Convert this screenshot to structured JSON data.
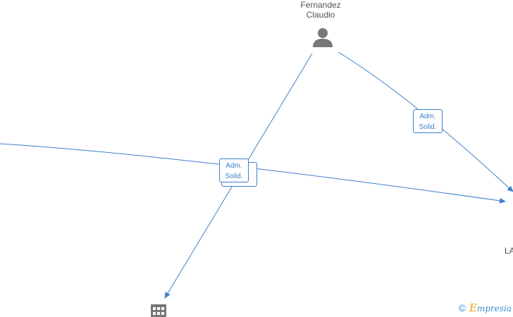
{
  "nodes": {
    "person_top": {
      "name_line1": "Fernandez",
      "name_line2": "Claudio",
      "icon": "person-icon"
    },
    "company_right": {
      "label": "LA",
      "icon": "building-icon"
    },
    "company_bottom": {
      "label": "",
      "icon": "building-icon"
    }
  },
  "edges": {
    "label_top_right": {
      "line1": "Adm.",
      "line2": "Solid."
    },
    "label_center_front": {
      "line1": "Adm.",
      "line2": "Solid."
    },
    "label_center_back": {
      "line1": "Adm.",
      "line2": "Solid."
    }
  },
  "colors": {
    "edge": "#3d7fc9",
    "icon": "#777777",
    "text": "#555555"
  },
  "watermark": {
    "copyright": "©",
    "brand_initial": "E",
    "brand_rest": "mpresia"
  }
}
